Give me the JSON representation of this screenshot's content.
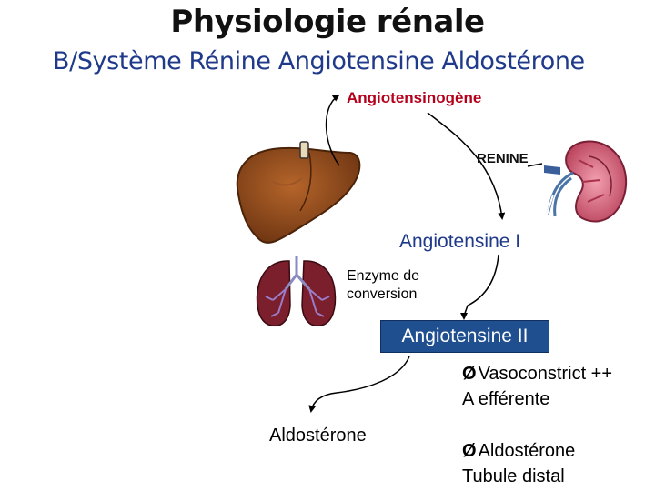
{
  "title": "Physiologie rénale",
  "subtitle": "B/Système Rénine Angiotensine Aldostérone",
  "labels": {
    "angiotensinogene": "Angiotensinogène",
    "renine": "RENINE",
    "angiotensine_1": "Angiotensine I",
    "enzyme_line1": "Enzyme de",
    "enzyme_line2": "conversion",
    "angiotensine_2": "Angiotensine II",
    "vaso_marker": "Ø",
    "vaso_line1": "Vasoconstrict ++",
    "vaso_line2": "A efférente",
    "aldosterone_left": "Aldostérone",
    "aldo_marker": "Ø",
    "aldo_line1": "Aldostérone",
    "aldo_line2": "Tubule distal"
  },
  "colors": {
    "title": "#111111",
    "subtitle": "#1f3a8a",
    "angiotensinogene": "#b4001b",
    "angiotensine_1": "#1f3a8a",
    "angiotensine_2_box": "#1f4f8f",
    "liver": "#8b4513",
    "lung": "#7a1f2b",
    "kidney": "#c0506a"
  },
  "icons": [
    "liver-illustration",
    "kidney-illustration",
    "lungs-illustration"
  ]
}
